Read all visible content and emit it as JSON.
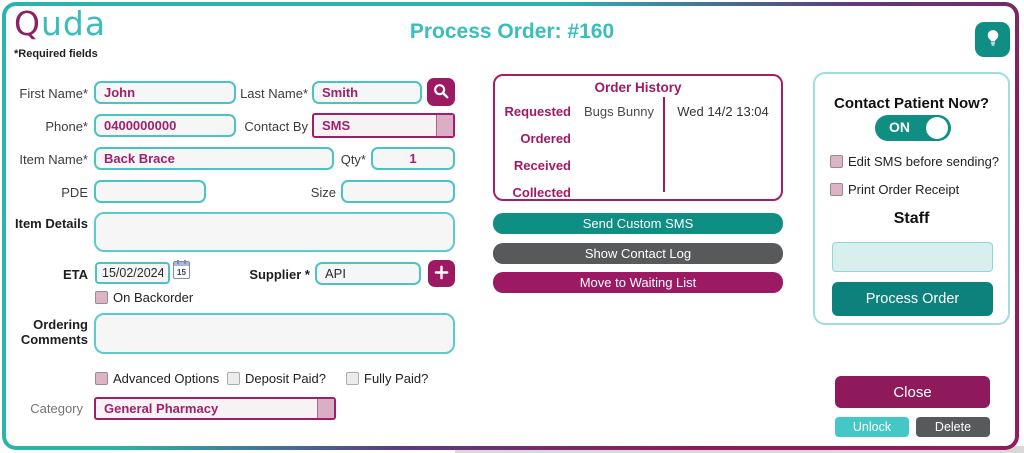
{
  "window": {
    "logo_q": "Q",
    "logo_rest": "uda",
    "required_note": "*Required fields",
    "title": "Process Order: #160"
  },
  "form": {
    "first_name": {
      "label": "First Name*",
      "value": "John"
    },
    "last_name": {
      "label": "Last Name*",
      "value": "Smith"
    },
    "phone": {
      "label": "Phone*",
      "value": "0400000000"
    },
    "contact_by": {
      "label": "Contact By",
      "value": "SMS"
    },
    "item_name": {
      "label": "Item Name*",
      "value": "Back Brace"
    },
    "qty": {
      "label": "Qty*",
      "value": "1"
    },
    "pde": {
      "label": "PDE",
      "value": ""
    },
    "size": {
      "label": "Size",
      "value": ""
    },
    "item_details": {
      "label": "Item Details",
      "value": ""
    },
    "eta": {
      "label": "ETA",
      "value": "15/02/2024",
      "icon_day": "15"
    },
    "supplier": {
      "label": "Supplier *",
      "value": "API"
    },
    "on_backorder": {
      "label": "On Backorder",
      "checked": false
    },
    "ordering_comments": {
      "label": "Ordering Comments",
      "value": ""
    },
    "advanced_options": {
      "label": "Advanced Options",
      "checked": false
    },
    "deposit_paid": {
      "label": "Deposit Paid?",
      "checked": false
    },
    "fully_paid": {
      "label": "Fully Paid?",
      "checked": false
    },
    "category": {
      "label": "Category",
      "value": "General Pharmacy"
    }
  },
  "order_history": {
    "title": "Order History",
    "rows": [
      {
        "status": "Requested",
        "by": "Bugs Bunny",
        "when": "Wed 14/2 13:04"
      },
      {
        "status": "Ordered",
        "by": "",
        "when": ""
      },
      {
        "status": "Received",
        "by": "",
        "when": ""
      },
      {
        "status": "Collected",
        "by": "",
        "when": ""
      }
    ]
  },
  "middle_actions": {
    "send_custom_sms": "Send Custom SMS",
    "show_contact_log": "Show Contact Log",
    "move_to_waiting_list": "Move to Waiting List"
  },
  "contact_panel": {
    "heading": "Contact Patient Now?",
    "toggle_label": "ON",
    "edit_sms_label": "Edit SMS before sending?",
    "print_receipt_label": "Print Order Receipt",
    "staff_label": "Staff",
    "staff_value": "",
    "process_order_label": "Process Order"
  },
  "footer_actions": {
    "close": "Close",
    "unlock": "Unlock",
    "delete": "Delete"
  },
  "icons": {
    "search": "magnifier-glyph",
    "add_supplier": "plus-glyph",
    "calendar": "calendar-glyph",
    "lightbulb": "bulb-glyph"
  },
  "colors": {
    "teal_accent": "#3abdbd",
    "teal_button": "#0f8e84",
    "magenta_brand": "#8e1a5b",
    "magenta_button": "#9b1a63",
    "gray_button": "#58595b",
    "value_text": "#a1206b",
    "unlock_teal": "#44c7c7"
  }
}
